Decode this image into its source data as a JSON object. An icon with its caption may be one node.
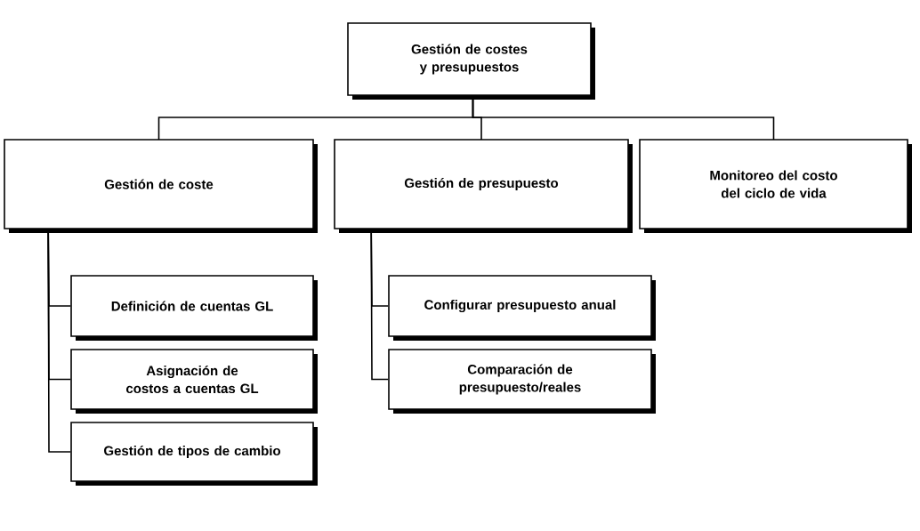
{
  "diagram": {
    "nodes": [
      {
        "text": [
          "Gestión de costes y presupuestos"
        ]
      },
      {
        "text": [
          "Gestión de coste"
        ]
      },
      {
        "text": [
          "Gestión de presupuesto"
        ]
      },
      {
        "text": [
          "Monitoreo del costo del ciclo de vida"
        ]
      },
      {
        "text": [
          "Definición de cuentas GL"
        ]
      },
      {
        "text": [
          "Asignación de costos a cuentas GL"
        ]
      },
      {
        "text": [
          "Gestión de tipos de cambio"
        ]
      },
      {
        "text": [
          "Configurar presupuesto anual"
        ]
      },
      {
        "text": [
          "Comparación de presupuesto/reales"
        ]
      }
    ],
    "edges": [
      {
        "from": 0,
        "to": 1,
        "arrow": "none"
      },
      {
        "from": 0,
        "to": 2,
        "arrow": "none"
      },
      {
        "from": 0,
        "to": 3,
        "arrow": "none"
      },
      {
        "from": 1,
        "to": 4,
        "arrow": "none"
      },
      {
        "from": 1,
        "to": 5,
        "arrow": "none"
      },
      {
        "from": 1,
        "to": 6,
        "arrow": "none"
      },
      {
        "from": 2,
        "to": 7,
        "arrow": "none"
      },
      {
        "from": 2,
        "to": 8,
        "arrow": "none"
      }
    ]
  }
}
